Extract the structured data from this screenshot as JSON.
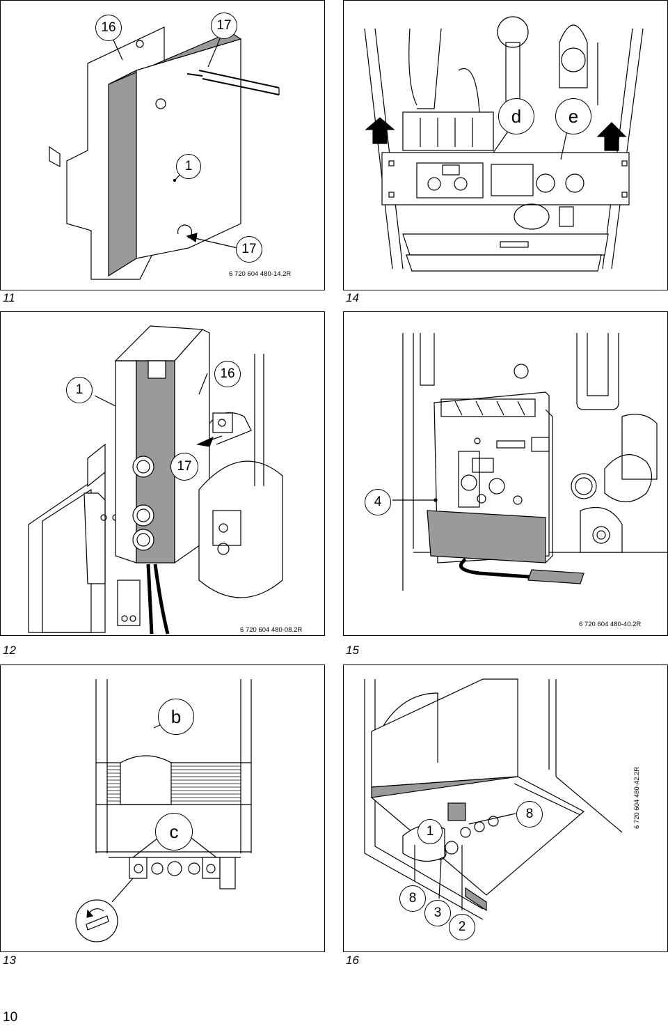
{
  "page_number": "10",
  "figures": [
    {
      "id": "11",
      "number": "11",
      "code": "6 720 604 480-14.2R",
      "callouts": [
        "16",
        "17",
        "1",
        "17"
      ]
    },
    {
      "id": "14",
      "number": "14",
      "code": "",
      "callouts": [
        "d",
        "e"
      ]
    },
    {
      "id": "12",
      "number": "12",
      "code": "6 720 604 480-08.2R",
      "callouts": [
        "1",
        "16",
        "17"
      ]
    },
    {
      "id": "15",
      "number": "15",
      "code": "6 720 604 480-40.2R",
      "callouts": [
        "4"
      ]
    },
    {
      "id": "13",
      "number": "13",
      "code": "",
      "callouts": [
        "b",
        "c"
      ]
    },
    {
      "id": "16",
      "number": "16",
      "code": "6 720 604 480-42.2R",
      "callouts": [
        "1",
        "8",
        "8",
        "3",
        "2"
      ]
    }
  ],
  "colors": {
    "shade": "#9a9a9a",
    "line": "#000000"
  }
}
